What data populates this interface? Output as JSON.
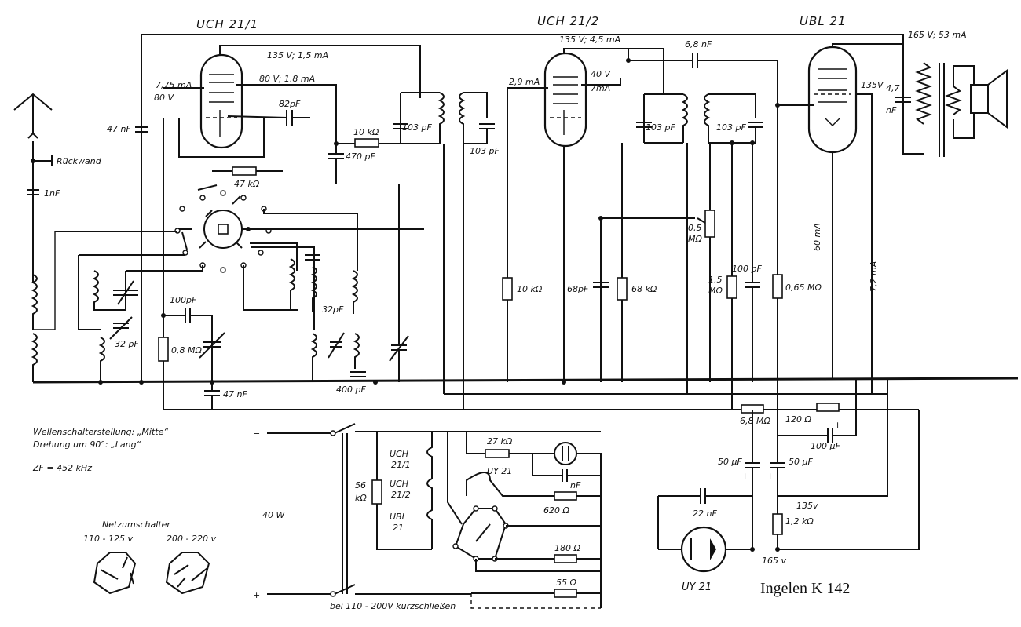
{
  "tubes": {
    "t1": "UCH 21/1",
    "t2": "UCH 21/2",
    "t3": "UBL 21",
    "rect": "UY 21"
  },
  "labels": {
    "v135_1": "135 V; 1,5 mA",
    "v80_18": "80 V; 1,8 mA",
    "ma775": "7,75 mA",
    "v80": "80 V",
    "c82": "82pF",
    "c47n": "47 nF",
    "r10k": "10 kΩ",
    "c470": "470 pF",
    "c103a": "103 pF",
    "c103b": "103 pF",
    "r47k": "47 kΩ",
    "ruck": "Rückwand",
    "c1n": "1nF",
    "v135_45": "135 V; 4,5 mA",
    "ma29": "2,9 mA",
    "v40": "40 V",
    "ma7": "7mA",
    "c68n": "6,8 nF",
    "c103c": "103 pF",
    "c103d": "103 pF",
    "v165": "165 V; 53 mA",
    "c47": "4,7",
    "nF": "nF",
    "v135": "135V",
    "r05": "0,5",
    "mohm": "MΩ",
    "ma60": "60 mA",
    "ma72": "7,2 mA",
    "r10k2": "10 kΩ",
    "c68p": "68pF",
    "r68k": "68 kΩ",
    "r15": "1,5",
    "mohm2": "MΩ",
    "c100p": "100 pF",
    "r065": "0,65 MΩ",
    "c100p2": "100pF",
    "r08": "0,8 MΩ",
    "c32a": "32 pF",
    "c32b": "32pF",
    "c47n2": "47 nF",
    "c400": "400 pF",
    "r68m": "6,8 MΩ",
    "r120": "120 Ω",
    "c100u": "100 µF",
    "plus": "+",
    "c50a": "50 µF",
    "c50b": "50 µF",
    "v135b": "135v",
    "c22n": "22 nF",
    "r12k": "1,2 kΩ",
    "v165b": "165 v",
    "r27k": "27 kΩ",
    "uy21": "UY 21",
    "nFb": "nF",
    "r620": "620 Ω",
    "r180": "180 Ω",
    "r55": "55 Ω",
    "r56": "56",
    "kohm": "kΩ",
    "h_uch1": "UCH",
    "h_211": "21/1",
    "h_uch2": "UCH",
    "h_212": "21/2",
    "h_ubl": "UBL",
    "h_21": "21",
    "w40": "40 W",
    "minus": "−",
    "plus2": "+",
    "short": "bei 110 - 200V kurzschließen",
    "wsw1": "Wellenschalterstellung: „Mitte“",
    "wsw2": "Drehung um 90°:            „Lang“",
    "zf": "ZF = 452 kHz",
    "netz": "Netzumschalter",
    "n1": "110 - 125 v",
    "n2": "200 - 220 v"
  },
  "caption": "Ingelen K 142"
}
